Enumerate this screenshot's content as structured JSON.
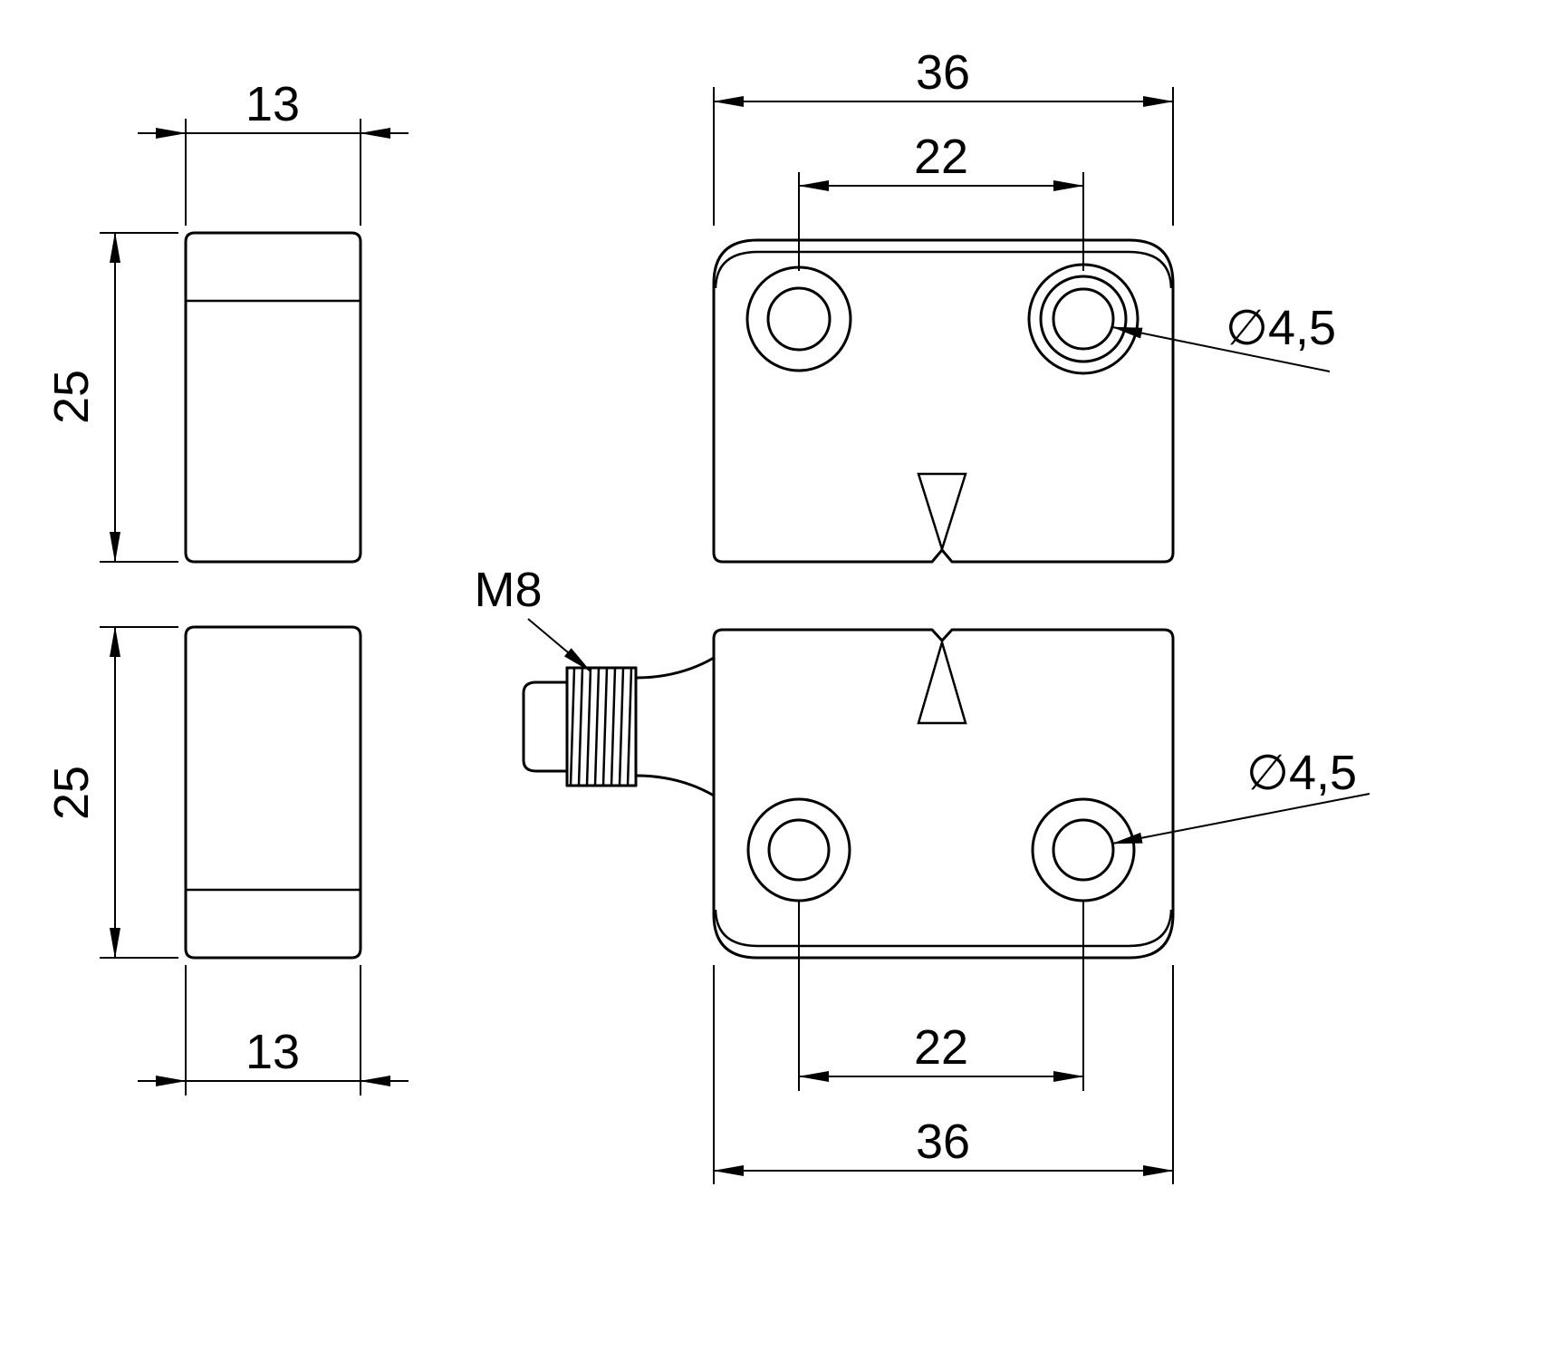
{
  "drawing": {
    "type": "technical-dimension-drawing",
    "style": {
      "ink": "#000000",
      "background": "#ffffff"
    },
    "side_view_top": {
      "width_mm": "13",
      "height_mm": "25"
    },
    "side_view_bottom": {
      "width_mm": "13",
      "height_mm": "25"
    },
    "front_view_top": {
      "width_mm": "36",
      "hole_spacing_mm": "22",
      "hole_diameter": "∅4,5"
    },
    "front_view_bottom": {
      "width_mm": "36",
      "hole_spacing_mm": "22",
      "hole_diameter": "∅4,5",
      "connector_thread": "M8"
    }
  }
}
